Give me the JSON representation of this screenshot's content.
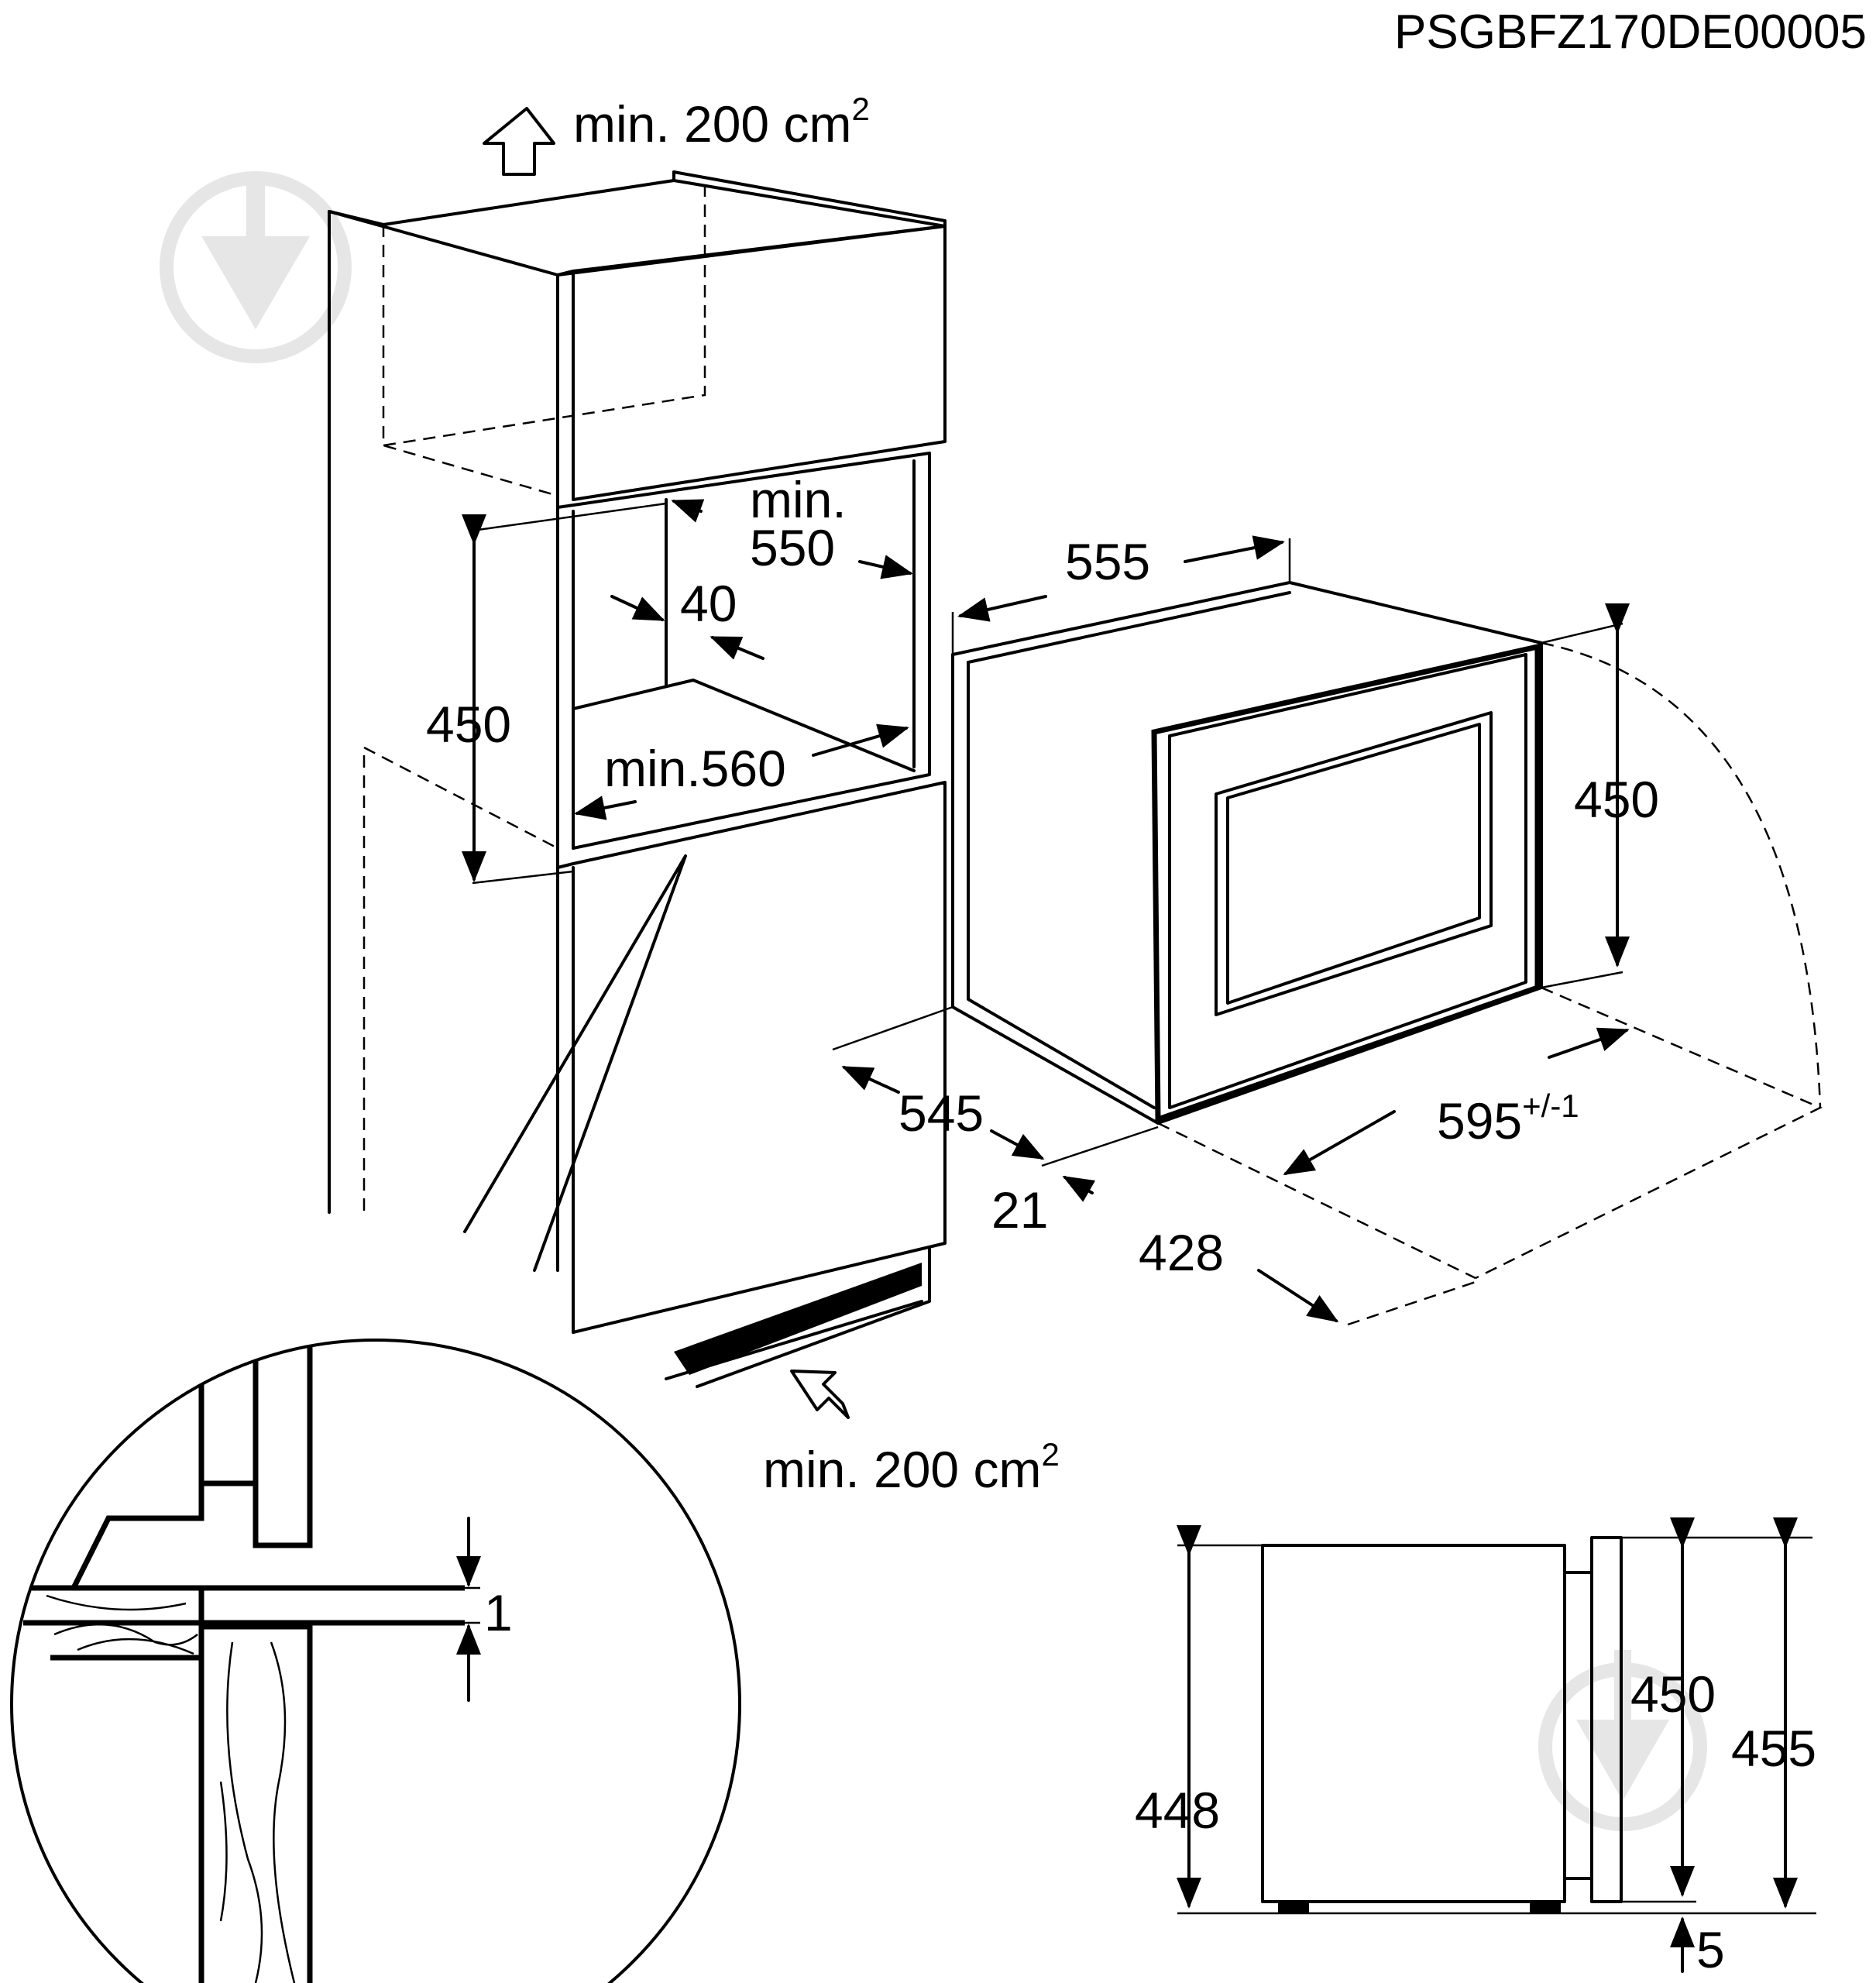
{
  "document_code": "PSGBFZ170DE00005",
  "ventilation": {
    "top_label": "min. 200 cm",
    "top_sup": "2",
    "bottom_label": "min. 200 cm",
    "bottom_sup": "2"
  },
  "niche": {
    "depth_label_line1": "min.",
    "depth_label_line2": "550",
    "gap": "40",
    "height": "450",
    "width": "min.560"
  },
  "appliance": {
    "width": "555",
    "height": "450",
    "depth": "545",
    "front_width": "595",
    "front_width_tolerance": "+/-1",
    "front_thickness": "21",
    "body_depth": "428"
  },
  "detail": {
    "gap": "1"
  },
  "side_view": {
    "height_left": "448",
    "height_body": "450",
    "height_total": "455",
    "foot": "5"
  }
}
